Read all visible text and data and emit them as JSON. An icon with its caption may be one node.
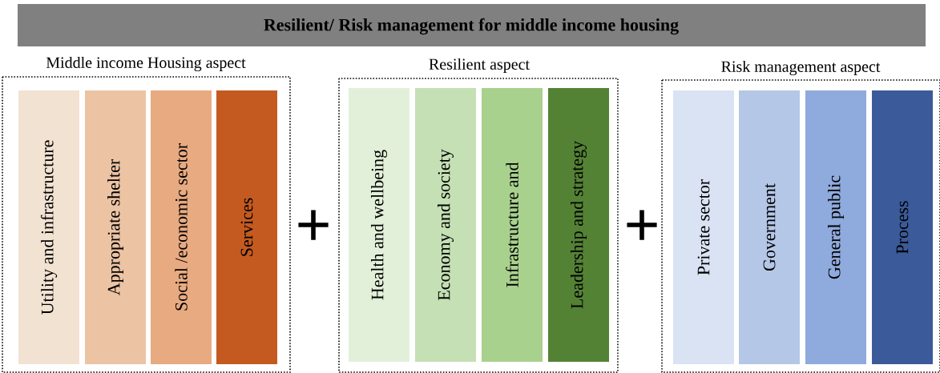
{
  "diagram": {
    "title": "Resilient/ Risk management for middle income housing",
    "nodes": [
      {
        "text": [
          "Middle income Housing aspect"
        ]
      },
      {
        "text": [
          "Utility and infrastructure"
        ],
        "in": 0
      },
      {
        "text": [
          "Appropriate shelter"
        ],
        "in": 0
      },
      {
        "text": [
          "Social /economic sector"
        ],
        "in": 0
      },
      {
        "text": [
          "Services"
        ],
        "in": 0
      },
      {
        "text": [
          "Resilient aspect"
        ]
      },
      {
        "text": [
          "Health and wellbeing"
        ],
        "in": 5
      },
      {
        "text": [
          "Economy and society"
        ],
        "in": 5
      },
      {
        "text": [
          "Infrastructure and"
        ],
        "in": 5
      },
      {
        "text": [
          "Leadership and strategy"
        ],
        "in": 5
      },
      {
        "text": [
          "Risk management aspect"
        ]
      },
      {
        "text": [
          "Private sector"
        ],
        "in": 10
      },
      {
        "text": [
          "Government"
        ],
        "in": 10
      },
      {
        "text": [
          "General public"
        ],
        "in": 10
      },
      {
        "text": [
          "Process"
        ],
        "in": 10
      }
    ],
    "labels": [
      "+",
      "+"
    ]
  }
}
